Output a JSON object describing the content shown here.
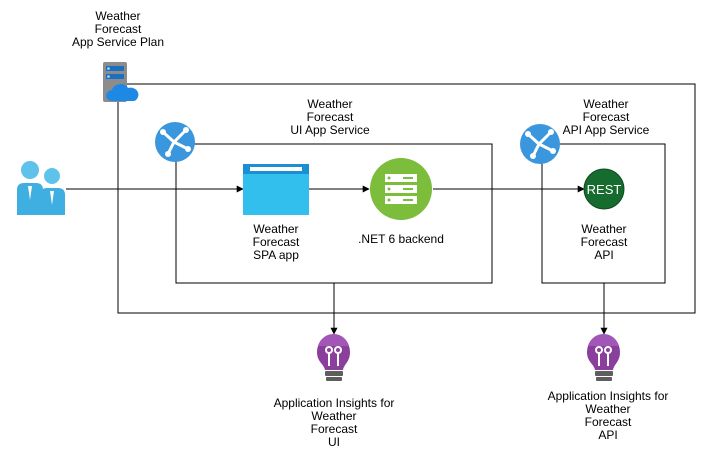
{
  "colors": {
    "line": "#000000",
    "azure_blue": "#3a96dd",
    "spa_blue": "#32bfee",
    "spa_bar": "#1a8fd3",
    "backend_green": "#7cbd3c",
    "rest_green": "#166c2f",
    "insights_purple": "#8a3f9d",
    "user_blue": "#3faee0"
  },
  "icons": {
    "plan": "app-service-plan-icon",
    "ui_service": "app-service-icon",
    "api_service": "app-service-icon",
    "user": "user-icon",
    "spa": "spa-app-icon",
    "backend": "server-icon",
    "rest": "rest-api-icon",
    "insights": "lightbulb-icon"
  },
  "plan": {
    "line1": "Weather",
    "line2": "Forecast",
    "line3": "App Service Plan"
  },
  "ui_service": {
    "line1": "Weather",
    "line2": "Forecast",
    "line3": "UI App Service"
  },
  "api_service": {
    "line1": "Weather",
    "line2": "Forecast",
    "line3": "API App Service"
  },
  "spa": {
    "line1": "Weather",
    "line2": "Forecast",
    "line3": "SPA app"
  },
  "backend": {
    "label": ".NET 6 backend"
  },
  "api": {
    "badge": "REST",
    "line1": "Weather",
    "line2": "Forecast",
    "line3": "API"
  },
  "insights_ui": {
    "line1": "Application Insights for",
    "line2": "Weather",
    "line3": "Forecast",
    "line4": "UI"
  },
  "insights_api": {
    "line1": "Application Insights for",
    "line2": "Weather",
    "line3": "Forecast",
    "line4": "API"
  }
}
